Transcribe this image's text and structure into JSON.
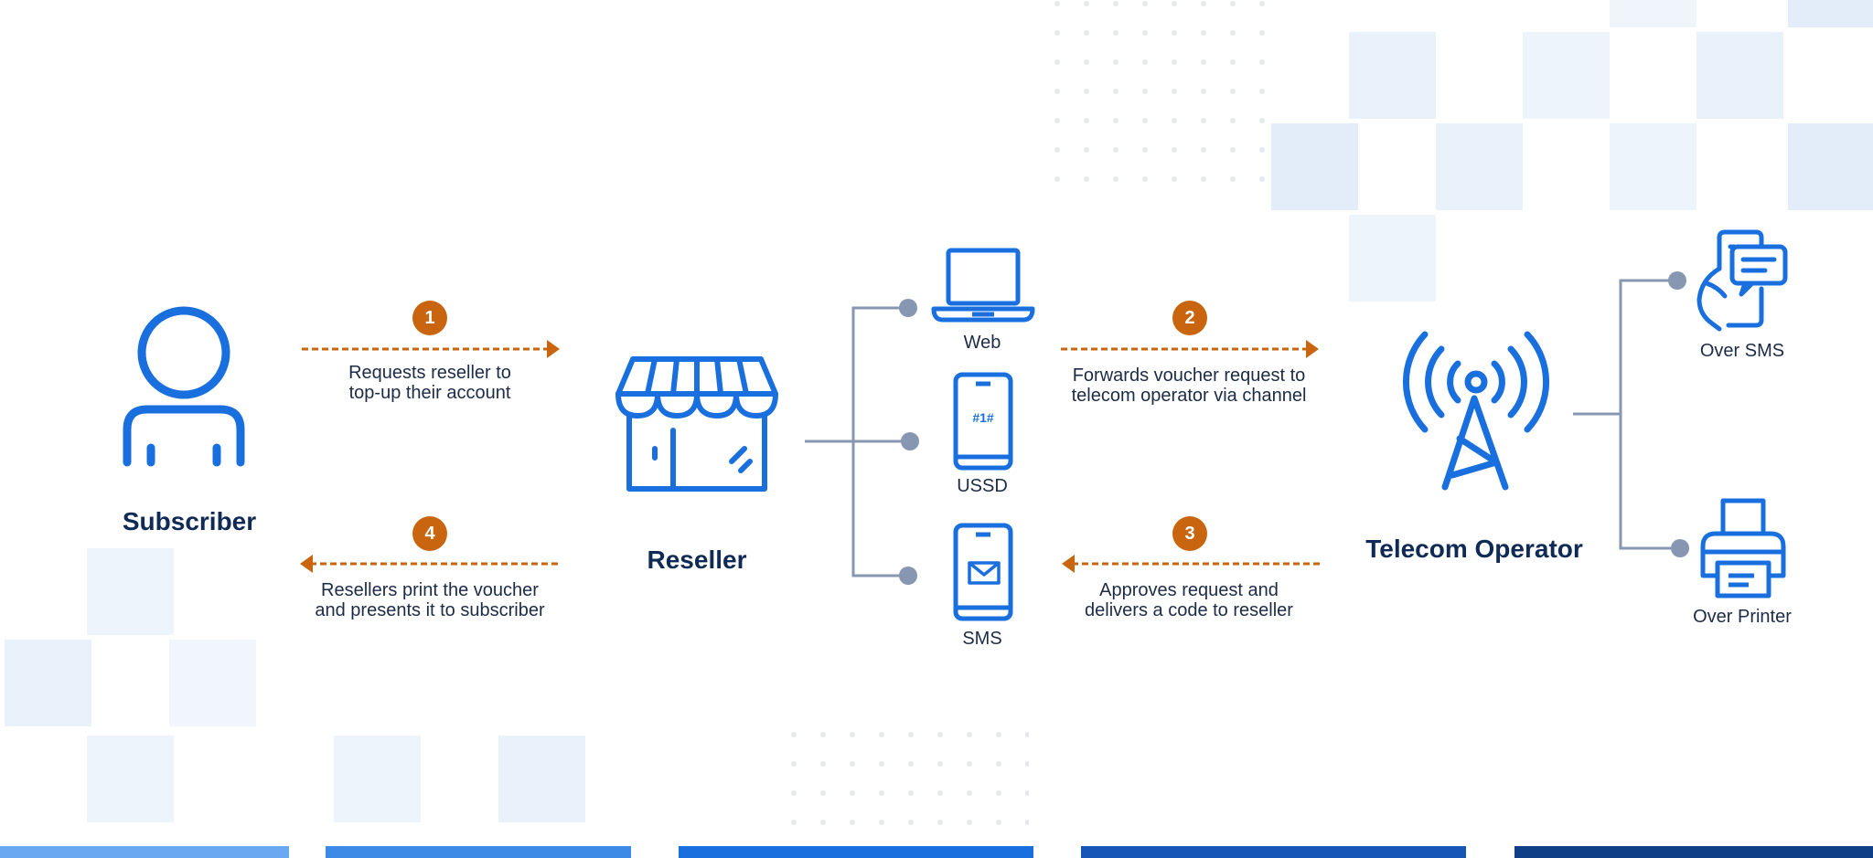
{
  "actors": {
    "subscriber": "Subscriber",
    "reseller": "Reseller",
    "telecom": "Telecom Operator"
  },
  "channels": {
    "web": "Web",
    "ussd": "USSD",
    "ussd_code": "#1#",
    "sms": "SMS"
  },
  "delivery": {
    "over_sms": "Over SMS",
    "over_printer": "Over Printer"
  },
  "steps": [
    {
      "number": "1",
      "line1": "Requests reseller to",
      "line2": "top-up their account"
    },
    {
      "number": "2",
      "line1": "Forwards voucher request to",
      "line2": "telecom operator via channel"
    },
    {
      "number": "3",
      "line1": "Approves request and",
      "line2": "delivers a code to reseller"
    },
    {
      "number": "4",
      "line1": "Resellers print the voucher",
      "line2": "and presents it to subscriber"
    }
  ],
  "colors": {
    "icon_blue": "#1a6fdf",
    "arrow_orange": "#c8650e",
    "connector_gray": "#8797b2",
    "title_navy": "#0f2a55"
  }
}
